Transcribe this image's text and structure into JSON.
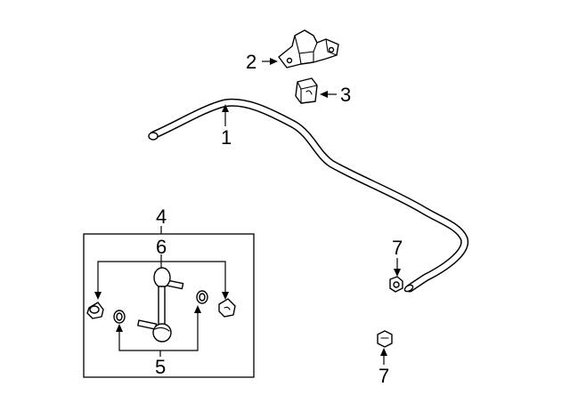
{
  "callouts": {
    "c1": "1",
    "c2": "2",
    "c3": "3",
    "c4": "4",
    "c5": "5",
    "c6": "6",
    "c7_top": "7",
    "c7_bottom": "7"
  },
  "colors": {
    "line": "#000000",
    "background": "#ffffff"
  }
}
